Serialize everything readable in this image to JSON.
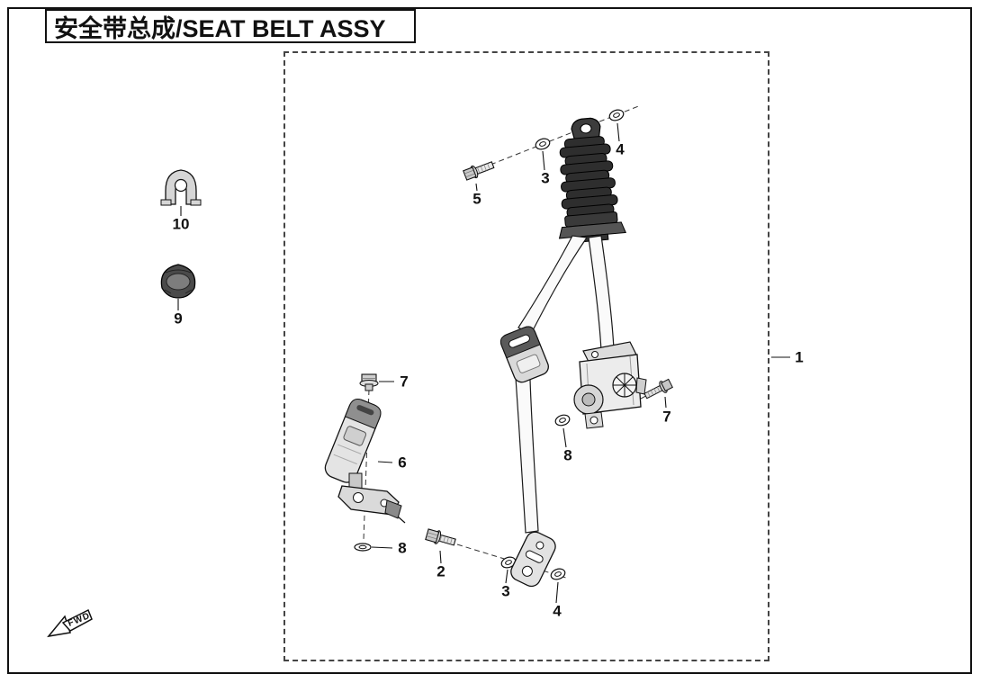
{
  "page": {
    "title": "安全带总成/SEAT BELT ASSY"
  },
  "diagram": {
    "fwd_label": "FWD",
    "callouts": {
      "c1": "1",
      "c2": "2",
      "c3a": "3",
      "c3b": "3",
      "c4a": "4",
      "c4b": "4",
      "c5": "5",
      "c6": "6",
      "c7a": "7",
      "c7b": "7",
      "c8a": "8",
      "c8b": "8",
      "c9": "9",
      "c10": "10"
    }
  }
}
